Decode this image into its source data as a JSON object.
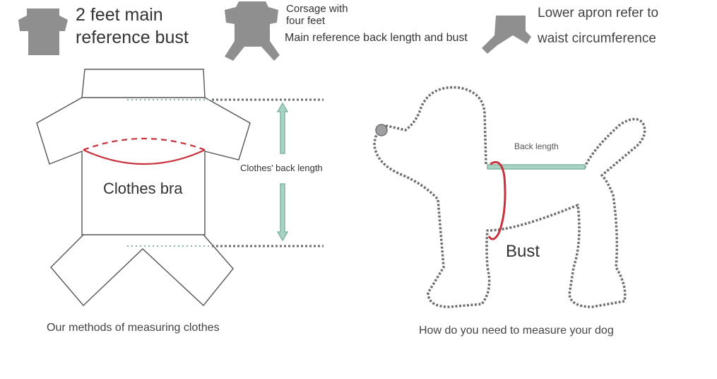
{
  "header": {
    "item1": {
      "line1": "2 feet main",
      "line2": "reference bust"
    },
    "item2": {
      "line1": "Corsage with",
      "line2": "four feet",
      "note": "Main reference back length and bust"
    },
    "item3": {
      "line1": "Lower apron refer to",
      "line2": "waist circumference"
    }
  },
  "clothes_diagram": {
    "bust_label": "Clothes bra",
    "back_length_label": "Clothes' back length",
    "caption": "Our methods of measuring clothes"
  },
  "dog_diagram": {
    "back_length_label": "Back length",
    "bust_label": "Bust",
    "caption": "How do you need to measure your dog"
  },
  "colors": {
    "icon_gray": "#8f8f8f",
    "outline": "#555555",
    "bust_red": "#c8323c",
    "arrow_green": "#7fb6a4",
    "bead": "#6e6e72"
  }
}
